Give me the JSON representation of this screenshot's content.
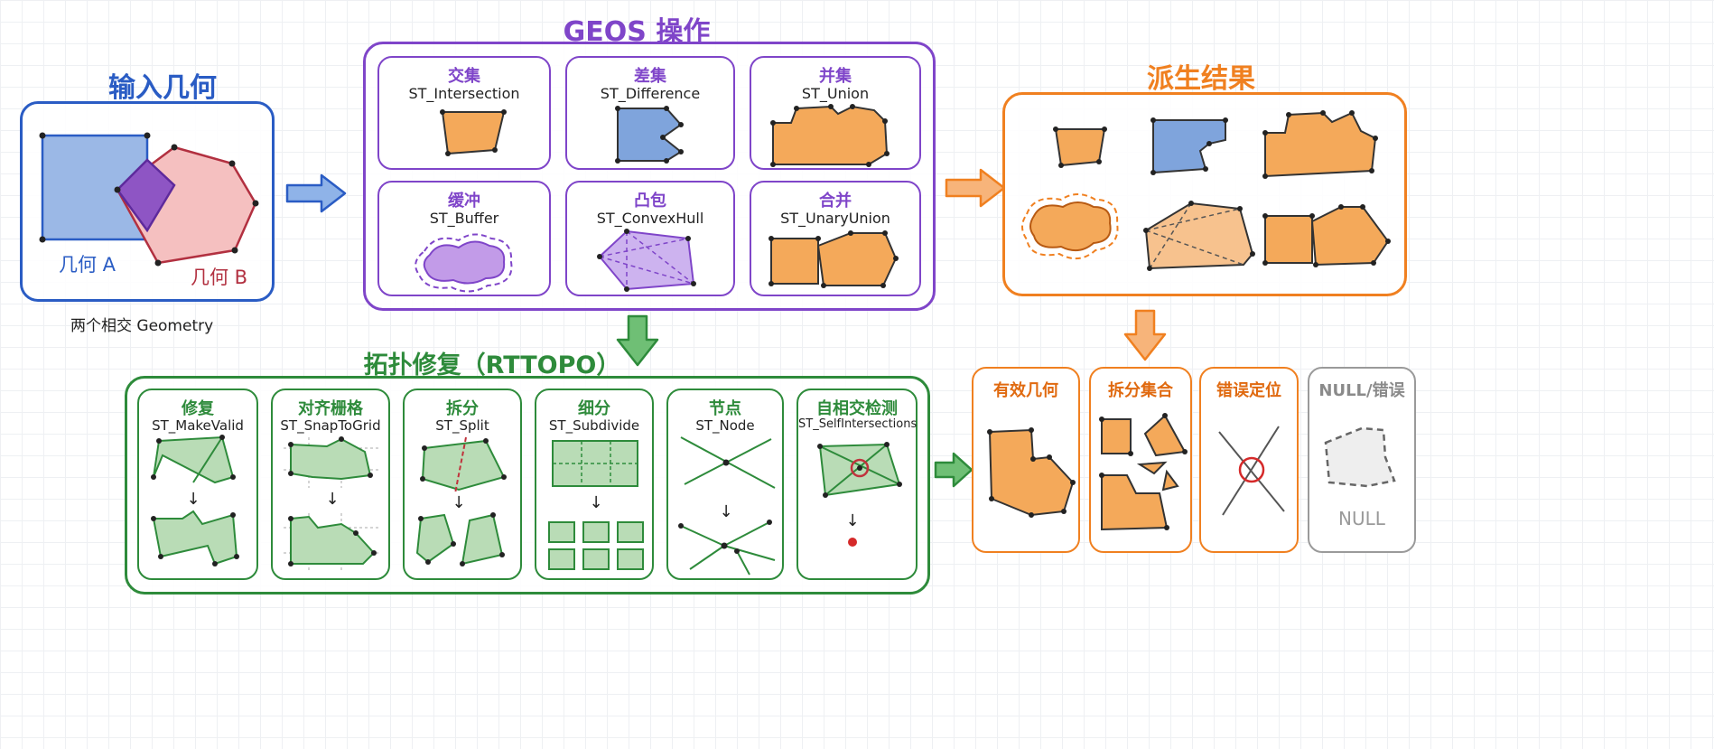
{
  "colors": {
    "blue": "#2a5cc4",
    "purple": "#7f45c9",
    "orange": "#f08020",
    "green": "#2e8b3b",
    "red": "#c0323c",
    "gray": "#9a9a9a",
    "orange_text": "#e06a10",
    "green_text": "#2e8b3b"
  },
  "input": {
    "title": "输入几何",
    "geom_a_label": "几何 A",
    "geom_b_label": "几何 B",
    "caption": "两个相交 Geometry"
  },
  "geos": {
    "title": "GEOS 操作",
    "ops": [
      {
        "zh": "交集",
        "en": "ST_Intersection",
        "icon": "intersection-shape"
      },
      {
        "zh": "差集",
        "en": "ST_Difference",
        "icon": "difference-shape"
      },
      {
        "zh": "并集",
        "en": "ST_Union",
        "icon": "union-shape"
      },
      {
        "zh": "缓冲",
        "en": "ST_Buffer",
        "icon": "buffer-shape"
      },
      {
        "zh": "凸包",
        "en": "ST_ConvexHull",
        "icon": "convex-hull-shape"
      },
      {
        "zh": "合并",
        "en": "ST_UnaryUnion",
        "icon": "unary-union-shape"
      }
    ]
  },
  "derived": {
    "title": "派生结果"
  },
  "topology": {
    "title": "拓扑修复（RTTOPO）",
    "ops": [
      {
        "zh": "修复",
        "en": "ST_MakeValid"
      },
      {
        "zh": "对齐栅格",
        "en": "ST_SnapToGrid"
      },
      {
        "zh": "拆分",
        "en": "ST_Split"
      },
      {
        "zh": "细分",
        "en": "ST_Subdivide"
      },
      {
        "zh": "节点",
        "en": "ST_Node"
      },
      {
        "zh": "自相交检测",
        "en": "ST_SelfIntersections"
      }
    ]
  },
  "outcomes": [
    {
      "label": "有效几何"
    },
    {
      "label": "拆分集合"
    },
    {
      "label": "错误定位"
    },
    {
      "label": "NULL/错误",
      "sublabel": "NULL"
    }
  ]
}
